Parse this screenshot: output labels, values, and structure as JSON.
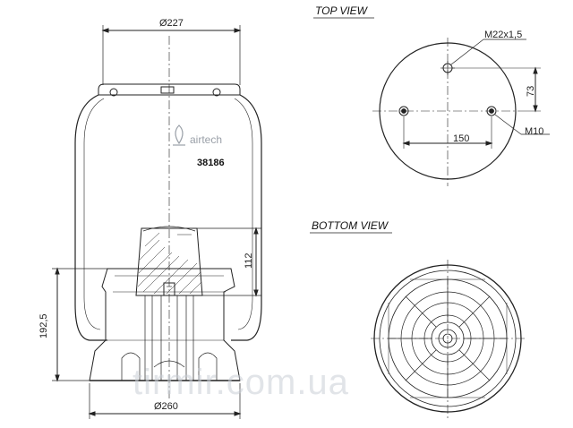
{
  "views": {
    "top_title": "TOP VIEW",
    "bottom_title": "BOTTOM VIEW"
  },
  "side": {
    "dia_top": "Ø227",
    "dia_bottom": "Ø260",
    "height_total": "192,5",
    "height_piston": "112",
    "brand": "airtech",
    "part_number": "38186"
  },
  "top": {
    "thread_main": "M22x1,5",
    "thread_side": "M10",
    "dim_offset": "73",
    "dim_spacing": "150"
  },
  "watermark": "tirmir.com.ua",
  "colors": {
    "line": "#222222",
    "watermark": "#c9ced6",
    "brand": "#9aa0a8"
  }
}
